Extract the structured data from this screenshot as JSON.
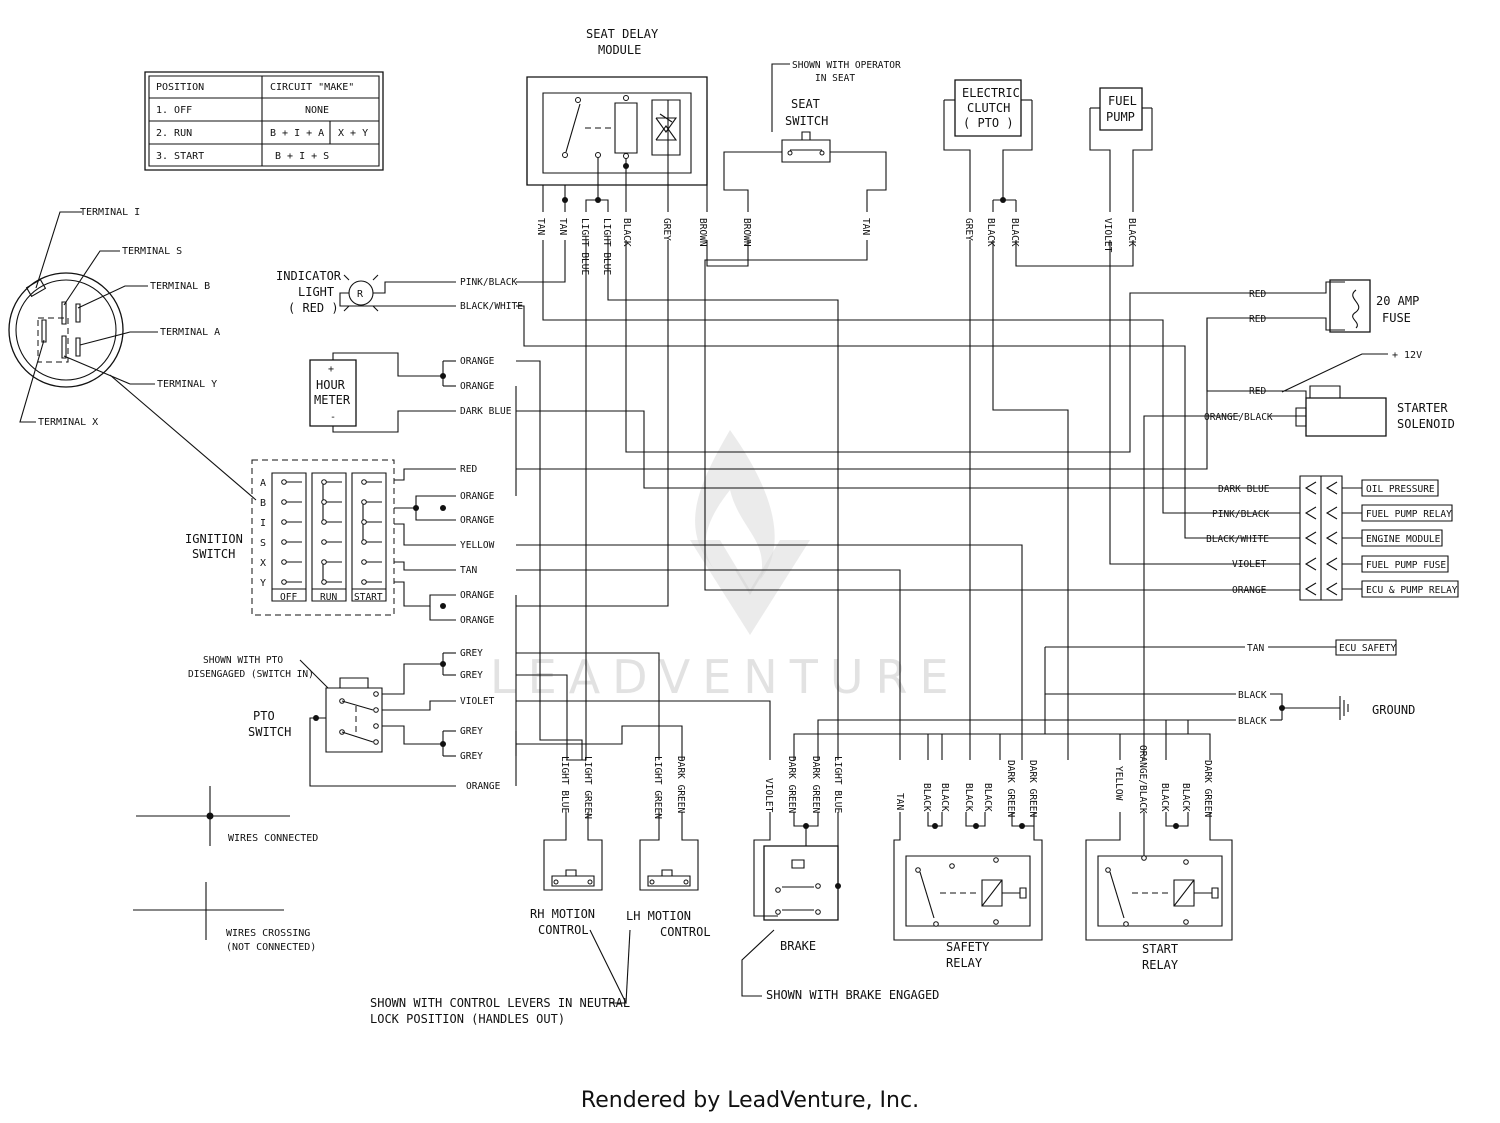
{
  "footer": "Rendered by LeadVenture, Inc.",
  "watermark": "LEADVENTURE",
  "table": {
    "headers": [
      "POSITION",
      "CIRCUIT \"MAKE\""
    ],
    "rows": [
      {
        "pos": "1. OFF",
        "make": "NONE"
      },
      {
        "pos": "2. RUN",
        "make": "B + I + A",
        "make2": "X + Y"
      },
      {
        "pos": "3. START",
        "make": "B + I + S"
      }
    ]
  },
  "terminals": {
    "i": "TERMINAL I",
    "s": "TERMINAL S",
    "b": "TERMINAL B",
    "a": "TERMINAL A",
    "y": "TERMINAL Y",
    "x": "TERMINAL X"
  },
  "components": {
    "seat_delay": [
      "SEAT DELAY",
      "MODULE"
    ],
    "seat_note": [
      "SHOWN WITH OPERATOR",
      "IN SEAT"
    ],
    "seat_switch": [
      "SEAT",
      "SWITCH"
    ],
    "clutch": [
      "ELECTRIC",
      "CLUTCH",
      "( PTO )"
    ],
    "fuel_pump": [
      "FUEL",
      "PUMP"
    ],
    "indicator": [
      "INDICATOR",
      "LIGHT",
      "( RED )"
    ],
    "indicator_symbol": "R",
    "hour_meter": [
      "HOUR",
      "METER"
    ],
    "hm_plus": "+",
    "hm_minus": "-",
    "ignition": [
      "IGNITION",
      "SWITCH"
    ],
    "ign_positions": [
      "OFF",
      "RUN",
      "START"
    ],
    "ign_letters": [
      "A",
      "B",
      "I",
      "S",
      "X",
      "Y"
    ],
    "pto_note": [
      "SHOWN WITH PTO",
      "DISENGAGED (SWITCH IN)"
    ],
    "pto": [
      "PTO",
      "SWITCH"
    ],
    "fuse": [
      "20 AMP",
      "FUSE"
    ],
    "plus12": "+ 12V",
    "starter": [
      "STARTER",
      "SOLENOID"
    ],
    "ground": "GROUND",
    "rh_motion": [
      "RH MOTION",
      "CONTROL"
    ],
    "lh_motion": [
      "LH MOTION",
      "CONTROL"
    ],
    "brake": "BRAKE",
    "safety_relay": [
      "SAFETY",
      "RELAY"
    ],
    "start_relay": [
      "START",
      "RELAY"
    ],
    "levers_note": [
      "SHOWN WITH CONTROL LEVERS IN NEUTRAL",
      "LOCK POSITION (HANDLES OUT)"
    ],
    "brake_note": "SHOWN WITH BRAKE ENGAGED",
    "wires_connected": "WIRES CONNECTED",
    "wires_crossing": [
      "WIRES CROSSING",
      "(NOT CONNECTED)"
    ]
  },
  "connectors": [
    "OIL PRESSURE",
    "FUEL PUMP RELAY",
    "ENGINE MODULE",
    "FUEL PUMP FUSE",
    "ECU & PUMP RELAY"
  ],
  "ecu_safety": "ECU SAFETY",
  "wire_labels": {
    "top": [
      "TAN",
      "TAN",
      "LIGHT BLUE",
      "LIGHT BLUE",
      "BLACK",
      "GREY",
      "BROWN",
      "BROWN",
      "TAN",
      "GREY",
      "BLACK",
      "BLACK",
      "VIOLET",
      "BLACK"
    ],
    "left": [
      "PINK/BLACK",
      "BLACK/WHITE",
      "ORANGE",
      "ORANGE",
      "DARK BLUE",
      "RED",
      "ORANGE",
      "ORANGE",
      "YELLOW",
      "TAN",
      "ORANGE",
      "ORANGE",
      "GREY",
      "GREY",
      "VIOLET",
      "GREY",
      "GREY",
      "ORANGE"
    ],
    "right": [
      "RED",
      "RED",
      "RED",
      "ORANGE/BLACK",
      "DARK BLUE",
      "PINK/BLACK",
      "BLACK/WHITE",
      "VIOLET",
      "ORANGE",
      "TAN",
      "BLACK",
      "BLACK"
    ],
    "bottom": [
      "LIGHT BLUE",
      "LIGHT GREEN",
      "LIGHT GREEN",
      "DARK GREEN",
      "VIOLET",
      "DARK GREEN",
      "DARK GREEN",
      "LIGHT BLUE",
      "TAN",
      "BLACK",
      "BLACK",
      "BLACK",
      "BLACK",
      "DARK GREEN",
      "DARK GREEN",
      "YELLOW",
      "ORANGE/BLACK",
      "BLACK",
      "BLACK",
      "DARK GREEN"
    ]
  }
}
